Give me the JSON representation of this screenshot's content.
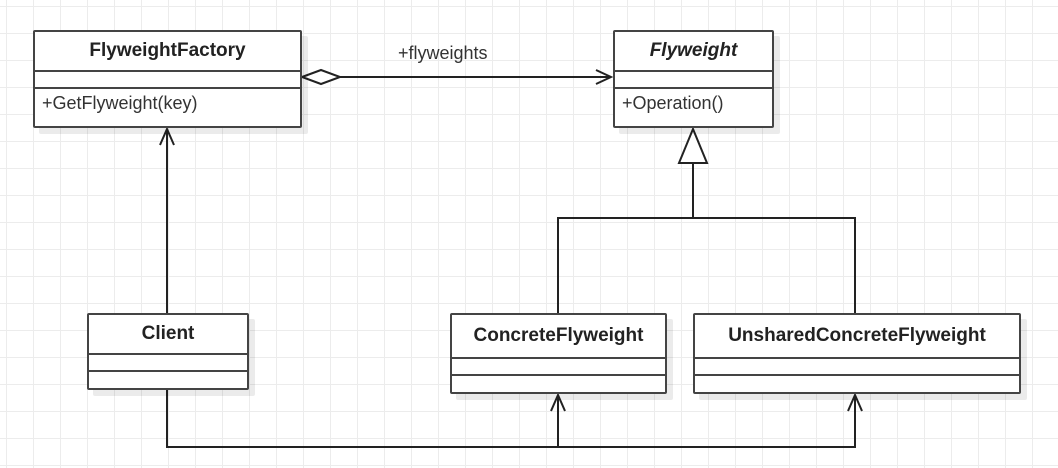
{
  "classes": {
    "factory": {
      "name": "FlyweightFactory",
      "operations": [
        "+GetFlyweight(key)"
      ]
    },
    "flyweight": {
      "name": "Flyweight",
      "operations": [
        "+Operation()"
      ]
    },
    "client": {
      "name": "Client"
    },
    "concrete": {
      "name": "ConcreteFlyweight"
    },
    "unshared": {
      "name": "UnsharedConcreteFlyweight"
    }
  },
  "relations": {
    "aggregation_label": "+flyweights"
  }
}
